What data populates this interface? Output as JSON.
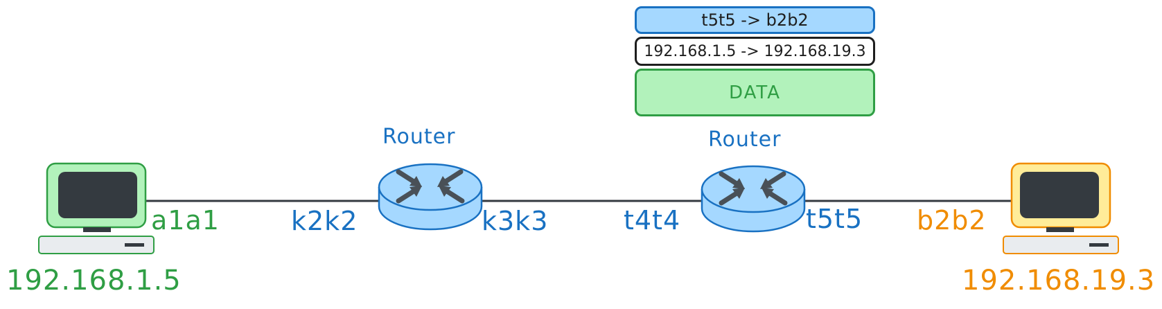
{
  "packet": {
    "mac_header": "t5t5 -> b2b2",
    "ip_header": "192.168.1.5 -> 192.168.19.3",
    "payload": "DATA"
  },
  "hosts": {
    "left": {
      "mac": "a1a1",
      "ip": "192.168.1.5"
    },
    "right": {
      "mac": "b2b2",
      "ip": "192.168.19.3"
    }
  },
  "routers": [
    {
      "title": "Router",
      "left_iface": "k2k2",
      "right_iface": "k3k3"
    },
    {
      "title": "Router",
      "left_iface": "t4t4",
      "right_iface": "t5t5"
    }
  ],
  "colors": {
    "router_fill": "#a5d8ff",
    "router_stroke": "#1971c2",
    "left_host_fill": "#b2f2bb",
    "left_host_stroke": "#2f9e44",
    "right_host_fill": "#ffec99",
    "right_host_stroke": "#f08c00",
    "screen": "#343a40",
    "arrow": "#495057"
  }
}
